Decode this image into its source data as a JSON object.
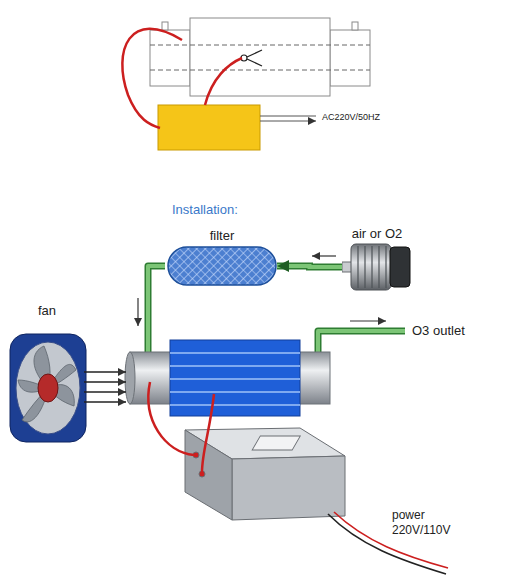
{
  "diagram": {
    "nodes": [
      {
        "text": [
          "air or O2"
        ]
      },
      {
        "text": [
          "filter"
        ]
      }
    ],
    "edges": [
      {
        "from": 0,
        "to": 1,
        "arrow": "to"
      }
    ],
    "labels": [
      "AC220V/50HZ",
      "Installation:",
      "fan",
      "O3 outlet",
      "power 220V/110V"
    ]
  }
}
